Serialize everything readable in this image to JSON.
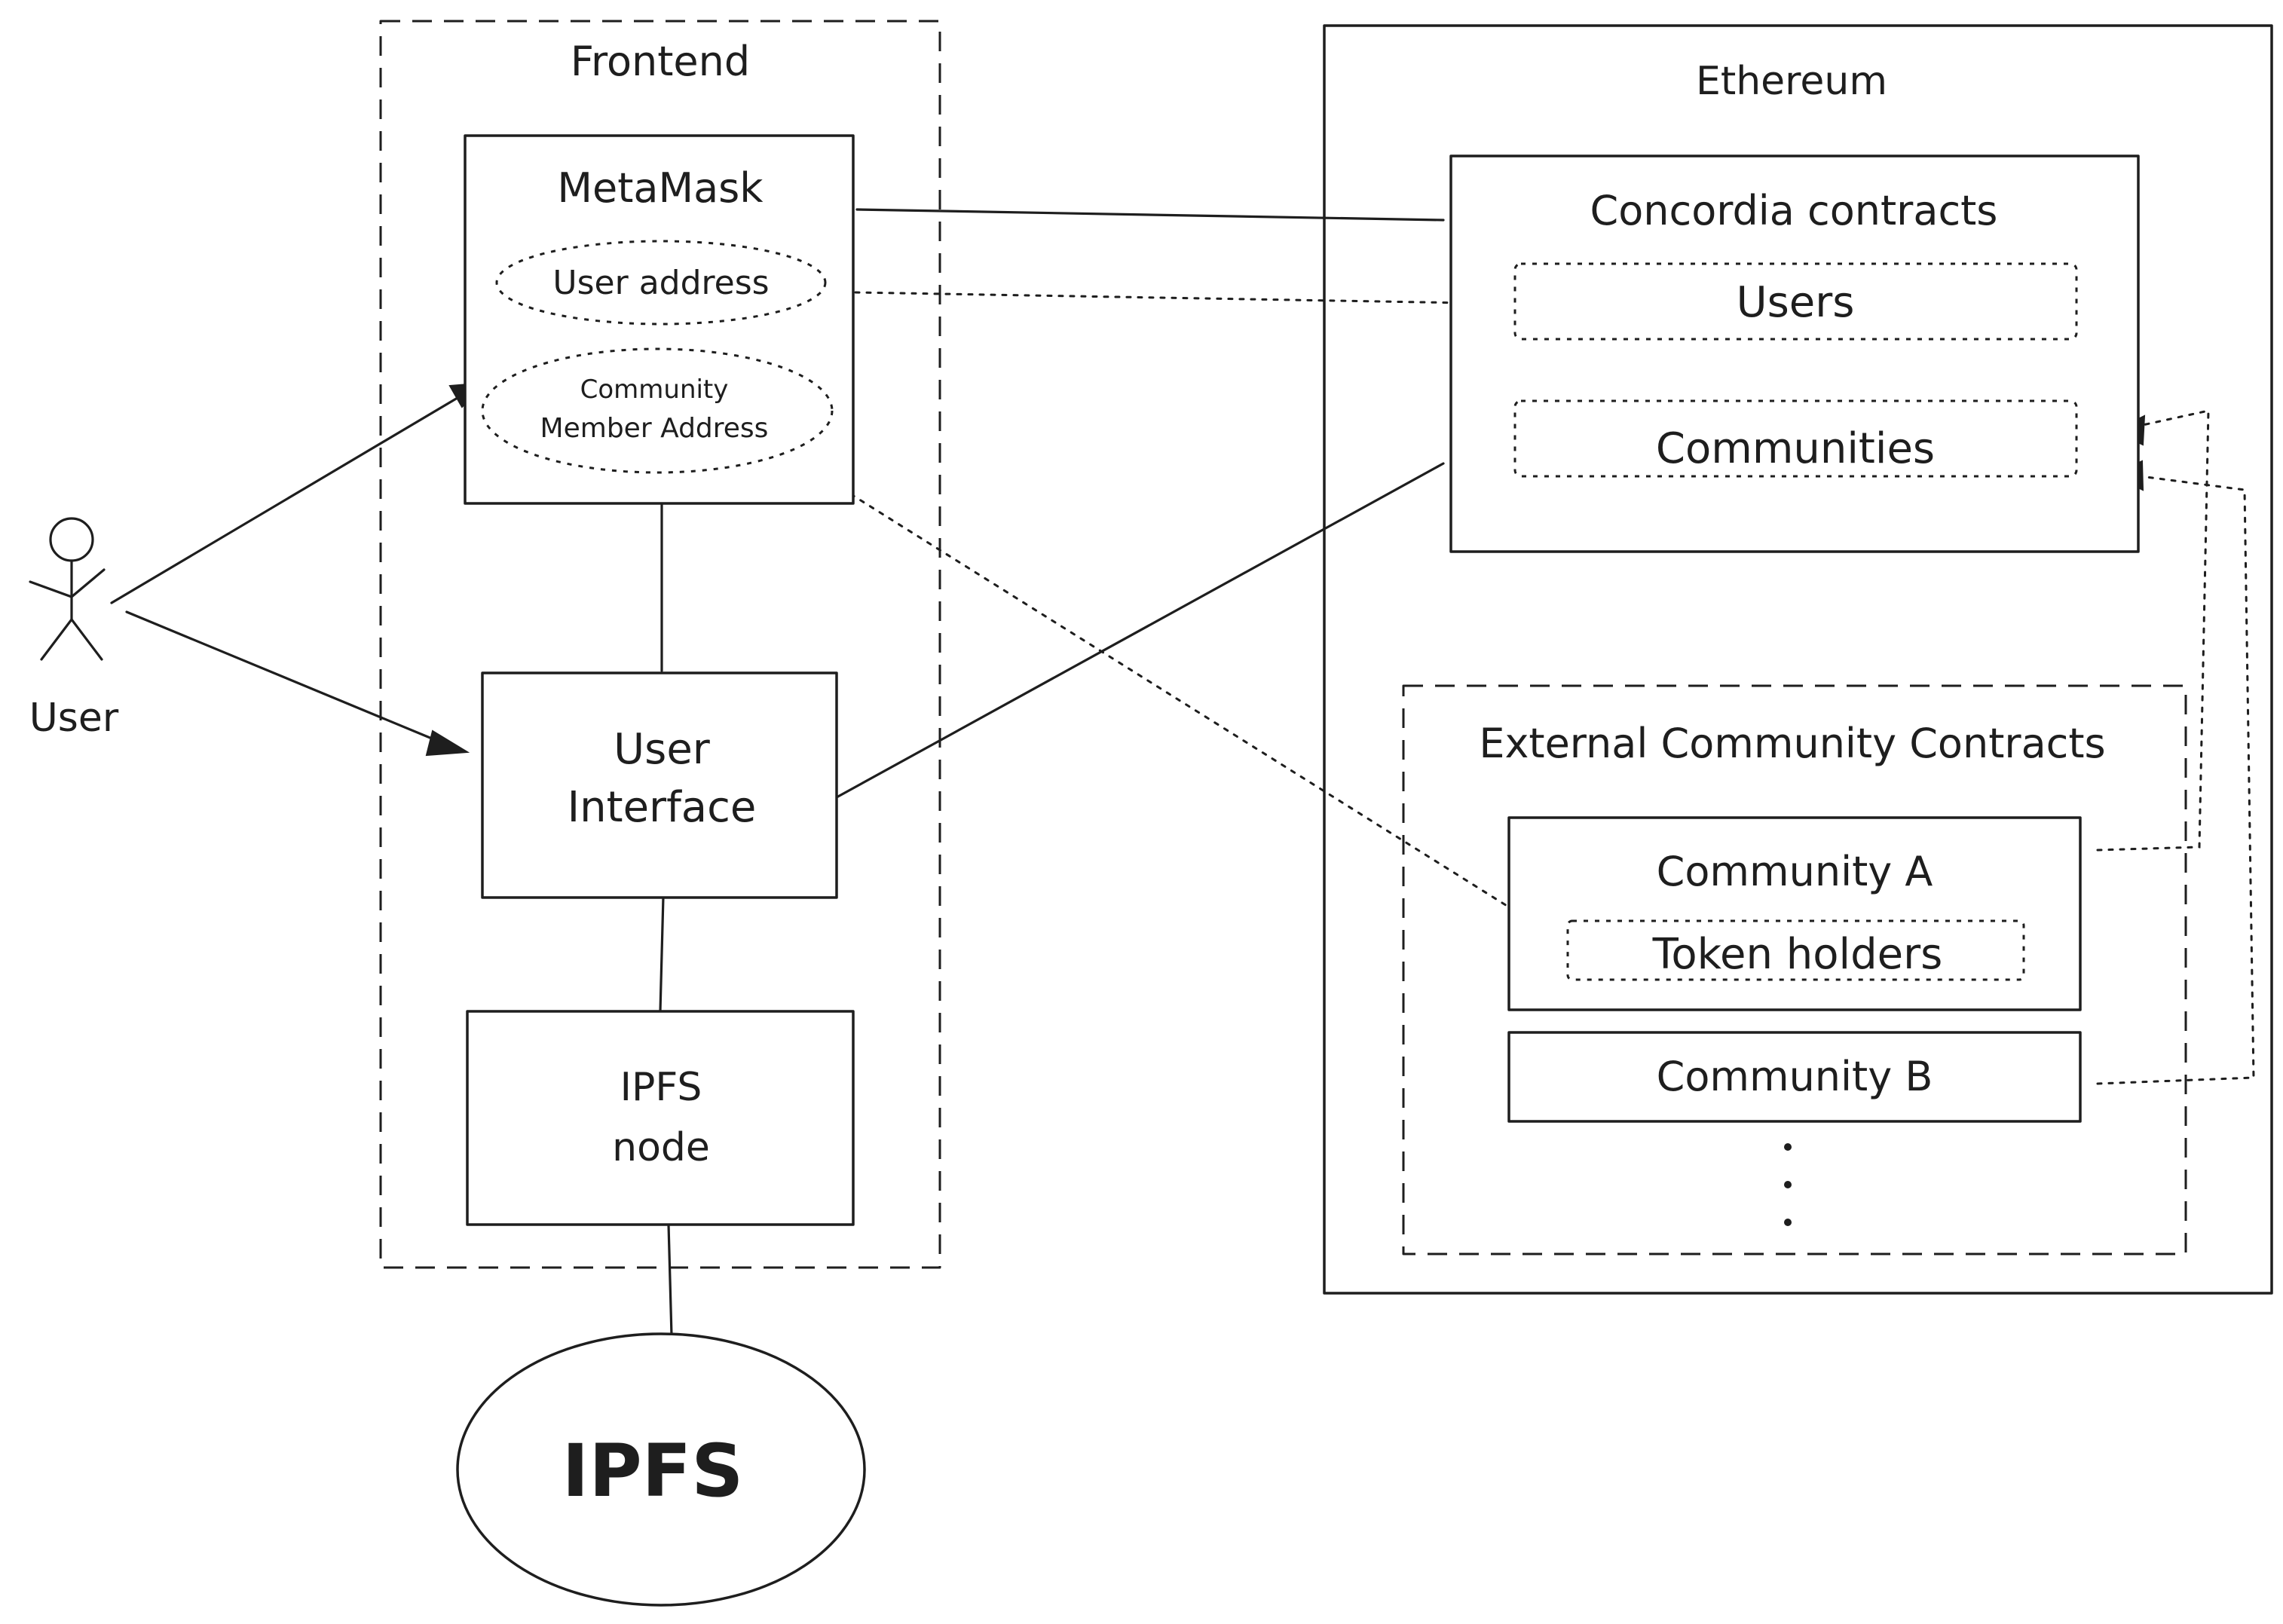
{
  "diagram": {
    "groups": {
      "frontend": "Frontend",
      "ethereum": "Ethereum",
      "external": "External Community Contracts"
    },
    "nodes": {
      "user": "User",
      "metamask": "MetaMask",
      "user_address": "User address",
      "community_member_line1": "Community",
      "community_member_line2": "Member Address",
      "user_interface_line1": "User",
      "user_interface_line2": "Interface",
      "ipfs_node_line1": "IPFS",
      "ipfs_node_line2": "node",
      "ipfs": "IPFS",
      "concordia": "Concordia contracts",
      "users": "Users",
      "communities": "Communities",
      "community_a": "Community A",
      "token_holders": "Token holders",
      "community_b": "Community B"
    }
  }
}
